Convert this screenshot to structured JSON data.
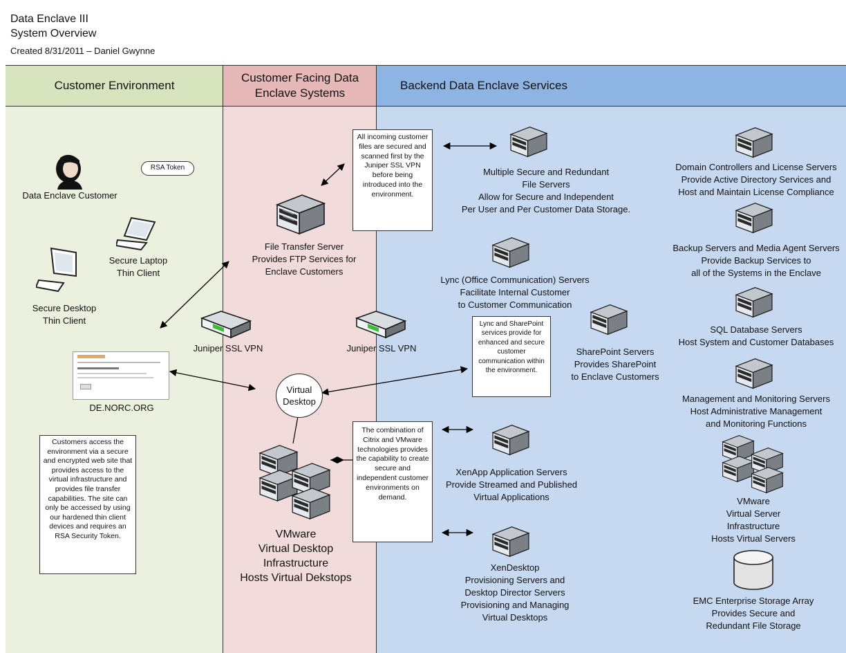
{
  "title": {
    "line1": "Data Enclave III",
    "line2": "System Overview",
    "line3": "Created 8/31/2011 – Daniel Gwynne"
  },
  "lanes": {
    "customer": "Customer Environment",
    "facing": "Customer Facing Data Enclave Systems",
    "backend": "Backend Data Enclave Services"
  },
  "customer_env": {
    "customer_label": "Data Enclave Customer",
    "rsa_token": "RSA Token",
    "laptop_label": "Secure Laptop\nThin Client",
    "desktop_label": "Secure Desktop\nThin Client",
    "website_label": "DE.NORC.ORG",
    "access_note": "Customers access the environment via a secure and encrypted web site that provides access to the virtual infrastructure and provides file transfer capabilities. The site can only be accessed by using our hardened thin client devices and requires an RSA Security Token."
  },
  "facing_systems": {
    "ft_server_label": "File Transfer Server\nProvides FTP Services for\nEnclave Customers",
    "vpn_label_1": "Juniper SSL VPN",
    "vpn_label_2": "Juniper SSL VPN",
    "virtual_desktop": "Virtual\nDesktop",
    "vdi_label": "VMware\nVirtual Desktop\nInfrastructure\nHosts Virtual Dekstops"
  },
  "notes": {
    "scan_note": "All incoming customer files are secured and scanned first by the Juniper SSL VPN before being introduced into the environment.",
    "lync_note": "Lync and SharePoint services provide for enhanced and secure customer communication within the environment.",
    "citrix_note": "The combination of Citrix and VMware technologies provides the capability to create secure and independent customer environments on demand."
  },
  "backend": {
    "file_servers": "Multiple Secure and Redundant\nFile Servers\nAllow for Secure and Independent\nPer User and Per Customer Data Storage.",
    "lync": "Lync (Office Communication) Servers\nFacilitate Internal Customer\nto Customer Communication",
    "sharepoint": "SharePoint Servers\nProvides SharePoint\nto Enclave Customers",
    "xenapp": "XenApp Application Servers\nProvide Streamed and Published\nVirtual Applications",
    "xendesktop": "XenDesktop\nProvisioning Servers and\nDesktop Director Servers\nProvisioning and Managing\nVirtual Desktops",
    "domain": "Domain Controllers and License Servers\nProvide Active Directory Services and\nHost and Maintain License Compliance",
    "backup": "Backup Servers and Media Agent Servers\nProvide Backup Services to\nall of the Systems in the Enclave",
    "sql": "SQL Database Servers\nHost System and Customer Databases",
    "mgmt": "Management and Monitoring Servers\nHost Administrative Management\nand Monitoring Functions",
    "vmware_server": "VMware\nVirtual Server\nInfrastructure\nHosts Virtual Servers",
    "emc": "EMC Enterprise Storage Array\nProvides Secure and\nRedundant File Storage"
  },
  "icons": {
    "person": "person-icon",
    "laptop": "laptop-icon",
    "desktop": "desktop-computer-icon",
    "website": "website-screenshot-icon",
    "server": "server-icon",
    "vpn": "vpn-appliance-icon",
    "storage": "storage-array-icon"
  },
  "colors": {
    "customer_header": "#d7e4bd",
    "customer_body": "#ebf1de",
    "facing_header": "#e6b9b8",
    "facing_body": "#f2dcdb",
    "backend_header": "#8eb4e3",
    "backend_body": "#c6d9f1"
  }
}
